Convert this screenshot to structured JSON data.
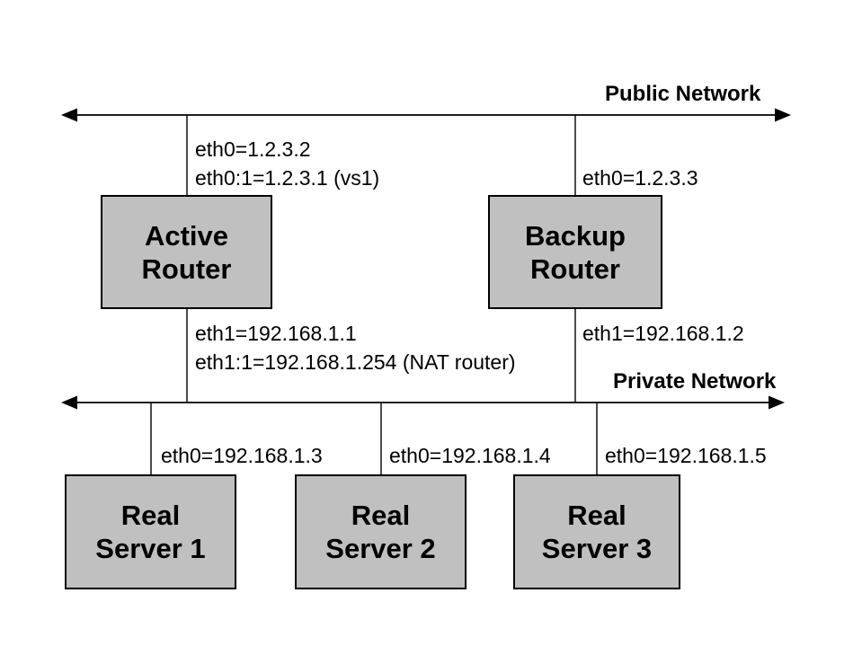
{
  "colors": {
    "background": "#ffffff",
    "node_fill": "#c0c0c0",
    "node_border": "#000000",
    "line": "#000000",
    "text": "#000000"
  },
  "networks": {
    "public": {
      "label": "Public Network"
    },
    "private": {
      "label": "Private Network"
    }
  },
  "nodes": {
    "active_router": {
      "line1": "Active",
      "line2": "Router"
    },
    "backup_router": {
      "line1": "Backup",
      "line2": "Router"
    },
    "real_server_1": {
      "line1": "Real",
      "line2": "Server 1"
    },
    "real_server_2": {
      "line1": "Real",
      "line2": "Server 2"
    },
    "real_server_3": {
      "line1": "Real",
      "line2": "Server 3"
    }
  },
  "interfaces": {
    "active_eth0": "eth0=1.2.3.2",
    "active_eth0_alias": "eth0:1=1.2.3.1 (vs1)",
    "backup_eth0": "eth0=1.2.3.3",
    "active_eth1": "eth1=192.168.1.1",
    "active_eth1_alias": "eth1:1=192.168.1.254 (NAT router)",
    "backup_eth1": "eth1=192.168.1.2",
    "server1_eth0": "eth0=192.168.1.3",
    "server2_eth0": "eth0=192.168.1.4",
    "server3_eth0": "eth0=192.168.1.5"
  }
}
